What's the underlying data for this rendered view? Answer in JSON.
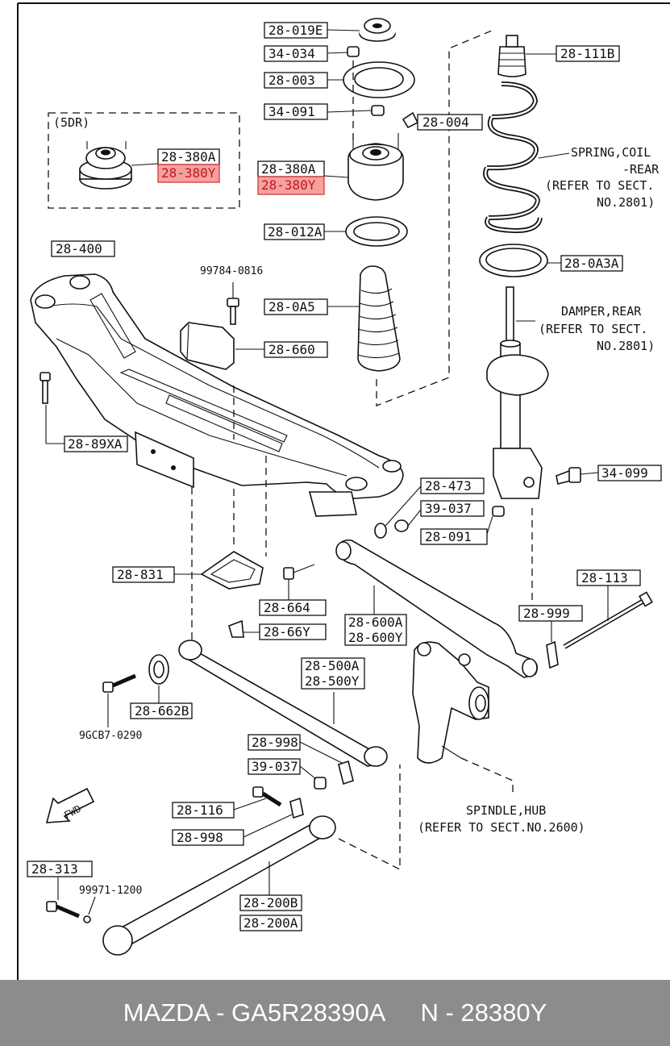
{
  "labels": {
    "p28019E": "28-019E",
    "p34034": "34-034",
    "p28003": "28-003",
    "p34091": "34-091",
    "p28004": "28-004",
    "p28111B": "28-111B",
    "p28380A_5dr": "28-380A",
    "p28380Y_5dr": "28-380Y",
    "p28380A": "28-380A",
    "p28380Y": "28-380Y",
    "p28012A": "28-012A",
    "p280A3A": "28-0A3A",
    "p28400": "28-400",
    "p99784": "99784-0816",
    "p280A5": "28-0A5",
    "p28660": "28-660",
    "p2889XA": "28-89XA",
    "p28473": "28-473",
    "p39037a": "39-037",
    "p28091": "28-091",
    "p34099": "34-099",
    "p28831": "28-831",
    "p28664": "28-664",
    "p2866Y": "28-66Y",
    "p28600A": "28-600A",
    "p28600Y": "28-600Y",
    "p28113": "28-113",
    "p28999": "28-999",
    "p28500A": "28-500A",
    "p28500Y": "28-500Y",
    "p28662B": "28-662B",
    "p9GCB7": "9GCB7-0290",
    "p28998a": "28-998",
    "p39037b": "39-037",
    "p28116": "28-116",
    "p28998b": "28-998",
    "p28313": "28-313",
    "p99971": "99971-1200",
    "p28200B": "28-200B",
    "p28200A": "28-200A"
  },
  "notes": {
    "five_door": "(5DR)",
    "spring_1": "SPRING,COIL",
    "spring_2": "-REAR",
    "spring_3": "(REFER TO SECT.",
    "spring_4": "NO.2801)",
    "damper_1": "DAMPER,REAR",
    "damper_2": "(REFER TO SECT.",
    "damper_3": "NO.2801)",
    "spindle_1": "SPINDLE,HUB",
    "spindle_2": "(REFER TO SECT.NO.2600)",
    "fwd": "FWD"
  },
  "footer": {
    "left": "MAZDA - GA5R28390A",
    "right": "N - 28380Y"
  },
  "colors": {
    "highlight_fill": "#f6a0a0",
    "highlight_text": "#c01818",
    "footer_bg": "#8c8c8c"
  }
}
